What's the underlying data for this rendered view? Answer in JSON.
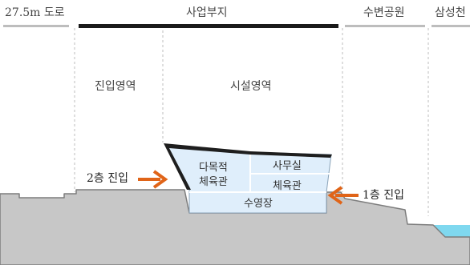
{
  "zones": {
    "road": "27.5m 도로",
    "site": "사업부지",
    "park": "수변공원",
    "stream": "삼성천"
  },
  "areas": {
    "entry_area": "진입영역",
    "facility_area": "시설영역"
  },
  "rooms": {
    "gym_line1": "다목적",
    "gym_line2": "체육관",
    "office": "사무실",
    "gym2": "체육관",
    "pool": "수영장"
  },
  "entries": {
    "second_floor": "2층 진입",
    "first_floor": "1층 진입"
  },
  "colors": {
    "ground": "#c7c7c7",
    "building_fill": "#dfeefb",
    "roof": "#1e1e1e",
    "arrow": "#e06418",
    "water": "#7fd8ef",
    "site_bar": "#1a1a1a",
    "zone_bar": "#bdbdbd"
  }
}
